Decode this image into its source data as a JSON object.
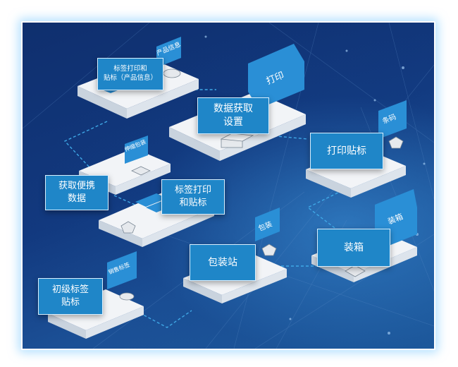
{
  "nodes": {
    "label_print_product": "标签打印和\n贴标（产品信息）",
    "data_acquisition_setup": "数据获取\n设置",
    "acquire_portable_data": "获取便携\n数据",
    "label_print_apply": "标签打印\n和贴标",
    "print_label": "打印贴标",
    "packing_station": "包装站",
    "boxing": "装箱",
    "initial_labeling": "初级标签\n贴标"
  },
  "tags": {
    "product_info": "产品信息",
    "print": "打印",
    "shrink_pack": "伸缩包装",
    "barcode": "条码",
    "pack": "包装",
    "boxing": "装箱",
    "sales_label": "销售标签"
  },
  "colors": {
    "background": "#133a7e",
    "card": "#1f86c8",
    "platform": "#f2f4f7",
    "platform_side": "#c9d3de",
    "tab": "#2a8fd6",
    "connector": "#3fa8e6"
  }
}
